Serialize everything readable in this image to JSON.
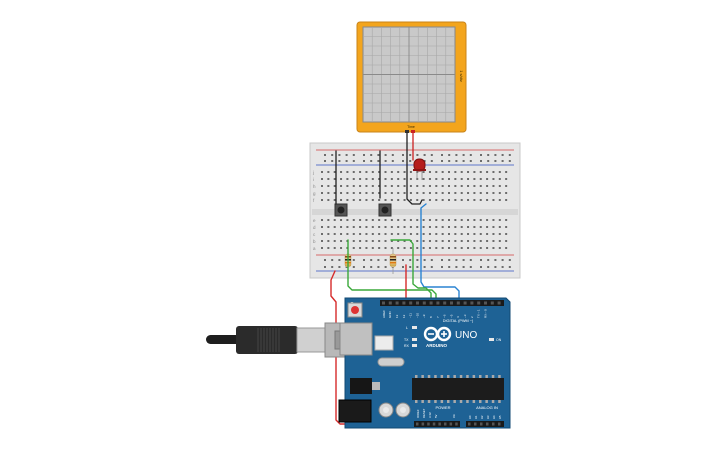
{
  "oscilloscope": {
    "side_label": "1 s/div",
    "probe_label": "Time"
  },
  "breadboard": {
    "row_letters_top": [
      "j",
      "i",
      "h",
      "g",
      "f"
    ],
    "row_letters_bottom": [
      "e",
      "d",
      "c",
      "b",
      "a"
    ]
  },
  "arduino": {
    "logo_text": "UNO",
    "brand_text": "ARDUINO",
    "digital_label": "DIGITAL (PWM ~)",
    "power_label": "POWER",
    "analog_label": "ANALOG IN",
    "on_label": "ON",
    "tx_label": "TX",
    "rx_label": "RX",
    "l_label": "L",
    "aref_label": "AREF",
    "gnd_label": "GND",
    "ioref_label": "IOREF",
    "reset_label": "RESET",
    "v33_label": "3.3V",
    "v5_label": "5V",
    "vin_label": "Vin",
    "analog_pins": [
      "A0",
      "A1",
      "A2",
      "A3",
      "A4",
      "A5"
    ],
    "digital_pins": [
      "13",
      "12",
      "~11",
      "~10",
      "~9",
      "8",
      "7",
      "~6",
      "~5",
      "4",
      "~3",
      "2",
      "TX→1",
      "RX←0"
    ]
  },
  "colors": {
    "oscilloscope_frame": "#f3a51d",
    "screen_bg": "#c9c9c9",
    "breadboard": "#e6e6e6",
    "board_blue": "#1e6295",
    "wire_red": "#d62b2b",
    "wire_green": "#3aa83a",
    "wire_blue": "#2a84d2",
    "wire_black": "#222222",
    "led_red": "#b51d1d"
  }
}
